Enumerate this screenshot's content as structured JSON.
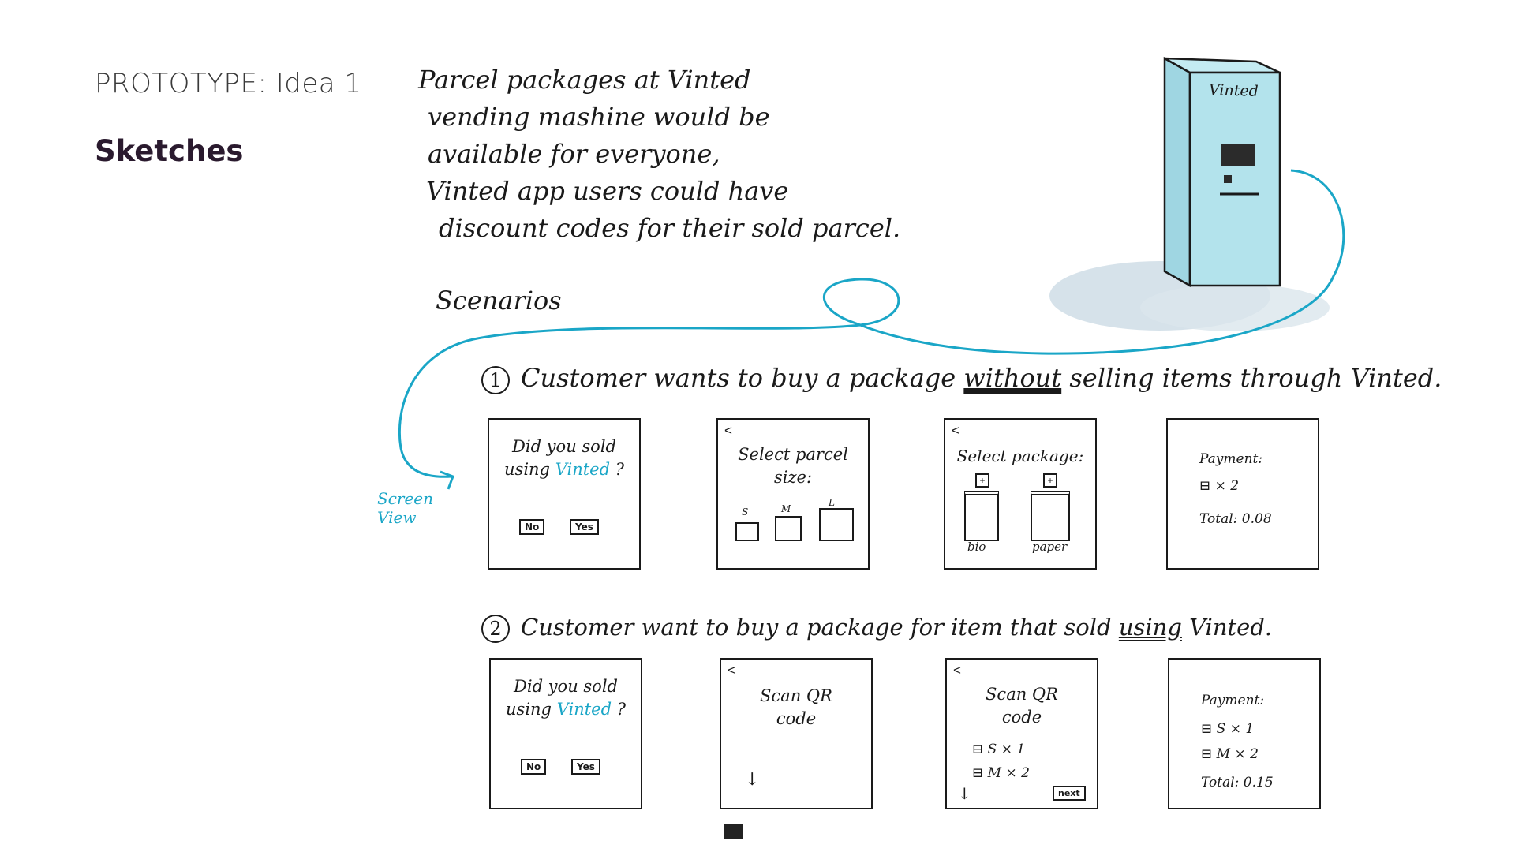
{
  "header": {
    "prototype_label": "PROTOTYPE: Idea 1",
    "section_title": "Sketches"
  },
  "intro": [
    "Parcel packages at Vinted",
    "vending mashine would be",
    "available for everyone,",
    "Vinted app users could have",
    "discount codes for their sold parcel."
  ],
  "machine_label": "Vinted",
  "scenarios_title": "Scenarios",
  "scenario1": {
    "num": "1",
    "before": "Customer wants to buy a package ",
    "emph": "without",
    "after": " selling items through Vinted."
  },
  "scenario2": {
    "num": "2",
    "before": "Customer want to buy a package for item that sold ",
    "emph": "using",
    "after": " Vinted."
  },
  "screen_view_label": [
    "Screen",
    "View"
  ],
  "row1": {
    "s1": {
      "line1": "Did you sold",
      "line2a": "using ",
      "brand": "Vinted",
      "line2b": " ?",
      "no": "No",
      "yes": "Yes"
    },
    "s2": {
      "back": "<",
      "title1": "Select parcel",
      "title2": "size:",
      "sizes": [
        "S",
        "M",
        "L"
      ]
    },
    "s3": {
      "back": "<",
      "title": "Select package:",
      "opt1": "bio",
      "opt2": "paper"
    },
    "s4": {
      "title": "Payment:",
      "item": "⊟ × 2",
      "total": "Total: 0.08"
    }
  },
  "row2": {
    "s1": {
      "line1": "Did you sold",
      "line2a": "using ",
      "brand": "Vinted",
      "line2b": " ?",
      "no": "No",
      "yes": "Yes"
    },
    "s2": {
      "back": "<",
      "title1": "Scan QR",
      "title2": "code",
      "arrow": "↓"
    },
    "s3": {
      "back": "<",
      "title1": "Scan QR",
      "title2": "code",
      "line1": "⊟ S × 1",
      "line2": "⊟ M × 2",
      "arrow": "↓",
      "next": "next"
    },
    "s4": {
      "title": "Payment:",
      "line1": "⊟ S × 1",
      "line2": "⊟ M × 2",
      "total": "Total: 0.15"
    }
  },
  "colors": {
    "accent_blue": "#1aa6c7",
    "machine_fill": "#b3e3ec",
    "shadow": "#cfdde6"
  }
}
